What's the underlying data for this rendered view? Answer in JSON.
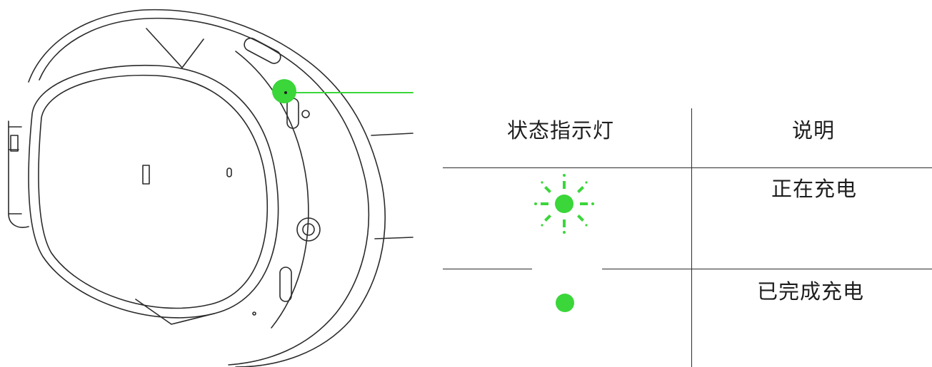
{
  "table": {
    "header": {
      "indicator": "状态指示灯",
      "description": "说明"
    },
    "rows": [
      {
        "status_icon": "blinking-green-light-icon",
        "description": "正在充电"
      },
      {
        "status_icon": "solid-green-light-icon",
        "description": "已完成充电"
      }
    ]
  },
  "colors": {
    "indicator_green": "#3ad63a",
    "line_art": "#2b2b2b"
  }
}
